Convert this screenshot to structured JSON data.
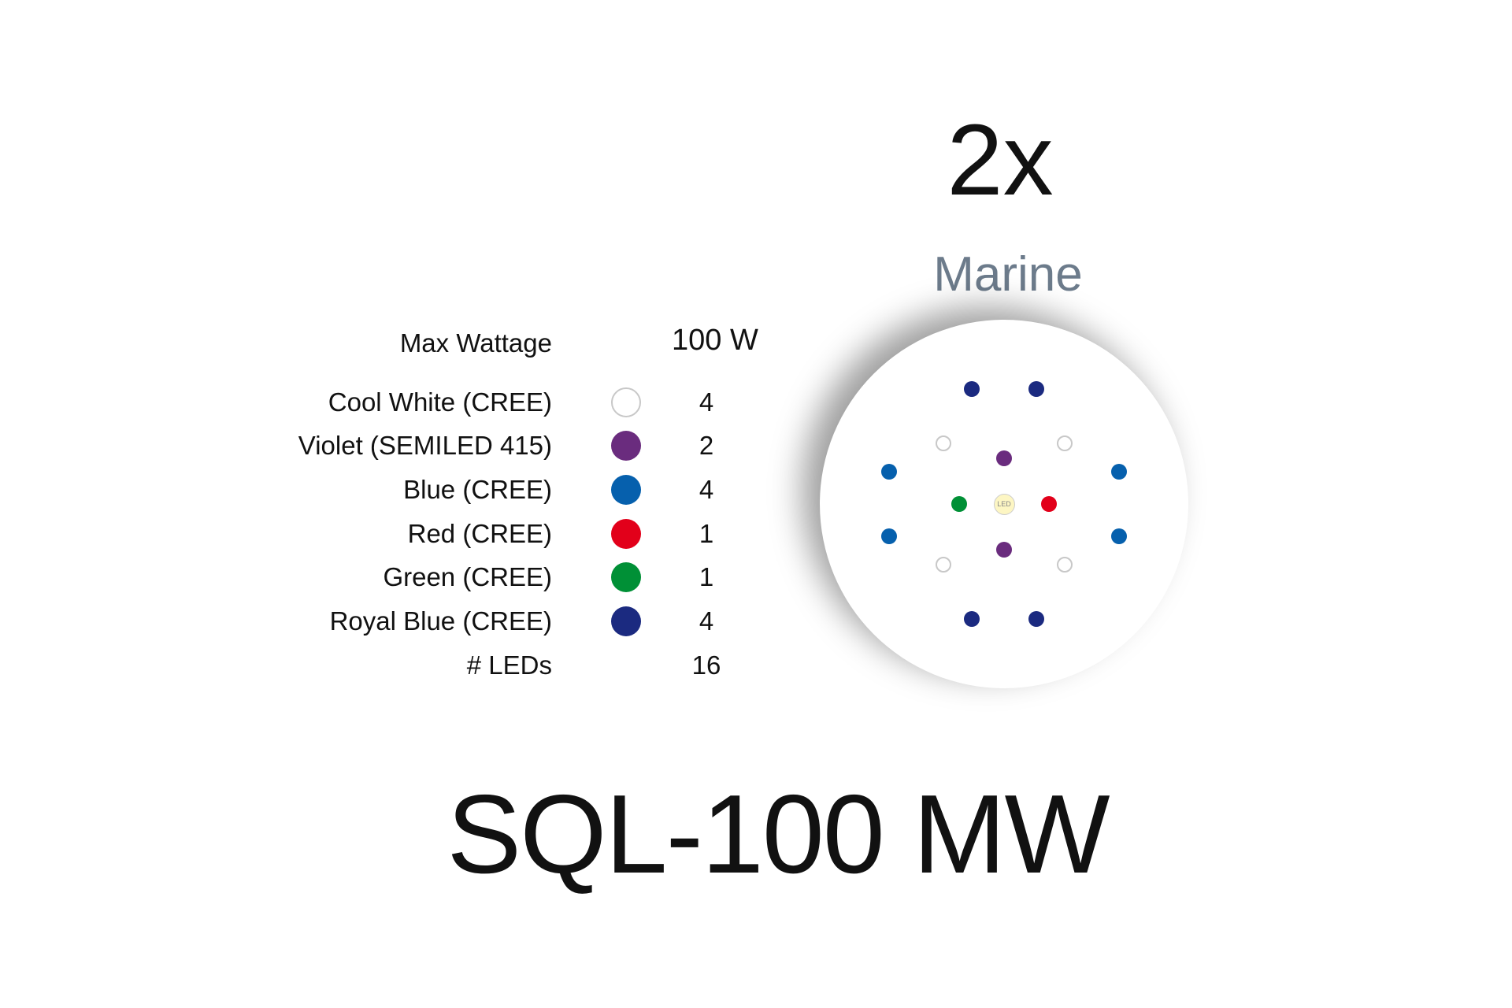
{
  "count": "2x",
  "series": "Marine",
  "model": "SQL-100 MW",
  "max_wattage": {
    "label": "Max Wattage",
    "value": "100 W"
  },
  "leds": [
    {
      "label": "Cool White (CREE)",
      "color": "#ffffff",
      "count": "4"
    },
    {
      "label": "Violet (SEMILED 415)",
      "color": "#6a2c7e",
      "count": "2"
    },
    {
      "label": "Blue (CREE)",
      "color": "#0660ad",
      "count": "4"
    },
    {
      "label": "Red (CREE)",
      "color": "#e2001a",
      "count": "1"
    },
    {
      "label": "Green (CREE)",
      "color": "#009036",
      "count": "1"
    },
    {
      "label": "Royal Blue (CREE)",
      "color": "#1b2a80",
      "count": "4"
    }
  ],
  "total": {
    "label": "# LEDs",
    "value": "16"
  },
  "center_led": "LED"
}
